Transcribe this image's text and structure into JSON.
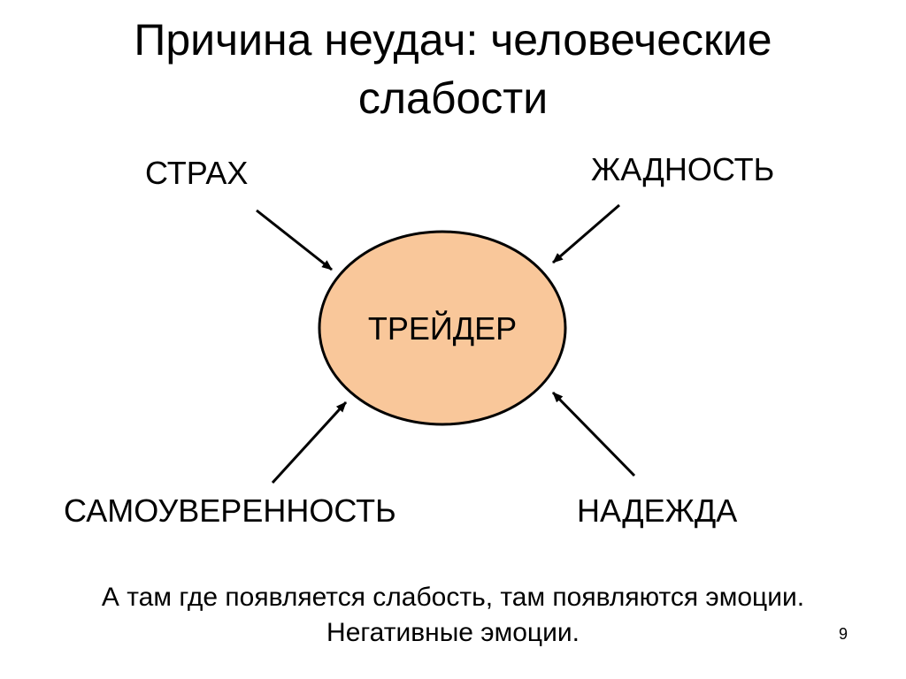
{
  "slide": {
    "title_line1": "Причина неудач: человеческие",
    "title_line2": "слабости",
    "center": "ТРЕЙДЕР",
    "weaknesses": {
      "fear": "СТРАХ",
      "greed": "ЖАДНОСТЬ",
      "overconfidence": "САМОУВЕРЕННОСТЬ",
      "hope": "НАДЕЖДА"
    },
    "note_line1": "А там где появляется слабость, там появляются эмоции.",
    "note_line2": "Негативные эмоции.",
    "page_number": "9"
  },
  "colors": {
    "ellipse_fill": "#F9C79A",
    "stroke": "#000000",
    "background": "#FFFFFF"
  }
}
